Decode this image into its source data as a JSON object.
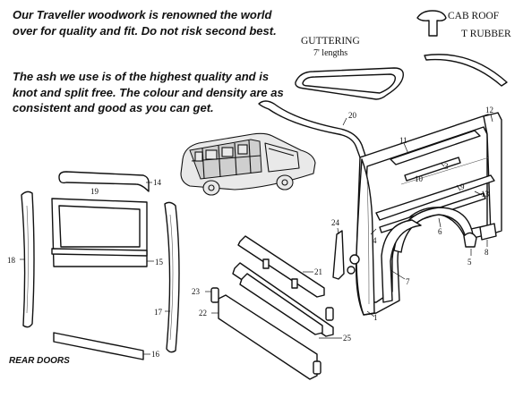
{
  "intro": {
    "paragraph_1": "Our Traveller woodwork is renowned the world over for quality and fit. Do not risk second best.",
    "paragraph_2": "The ash we use is of the highest quality and is knot and split free. The colour and density are as consistent and good as you can get."
  },
  "labels": {
    "guttering": "GUTTERING",
    "guttering_length": "7' lengths",
    "cab_roof": "CAB ROOF",
    "t_rubber": "T RUBBER",
    "rear_doors": "REAR DOORS"
  },
  "part_numbers": {
    "n1": "1",
    "n3": "3",
    "n4": "4",
    "n5": "5",
    "n6": "6",
    "n7": "7",
    "n8": "8",
    "n9": "9",
    "n10": "10",
    "n11": "11",
    "n12": "12",
    "n13": "13",
    "n14": "14",
    "n15": "15",
    "n16": "16",
    "n17": "17",
    "n18": "18",
    "n19": "19",
    "n20": "20",
    "n21": "21",
    "n22": "22",
    "n23": "23",
    "n24": "24",
    "n25": "25"
  }
}
